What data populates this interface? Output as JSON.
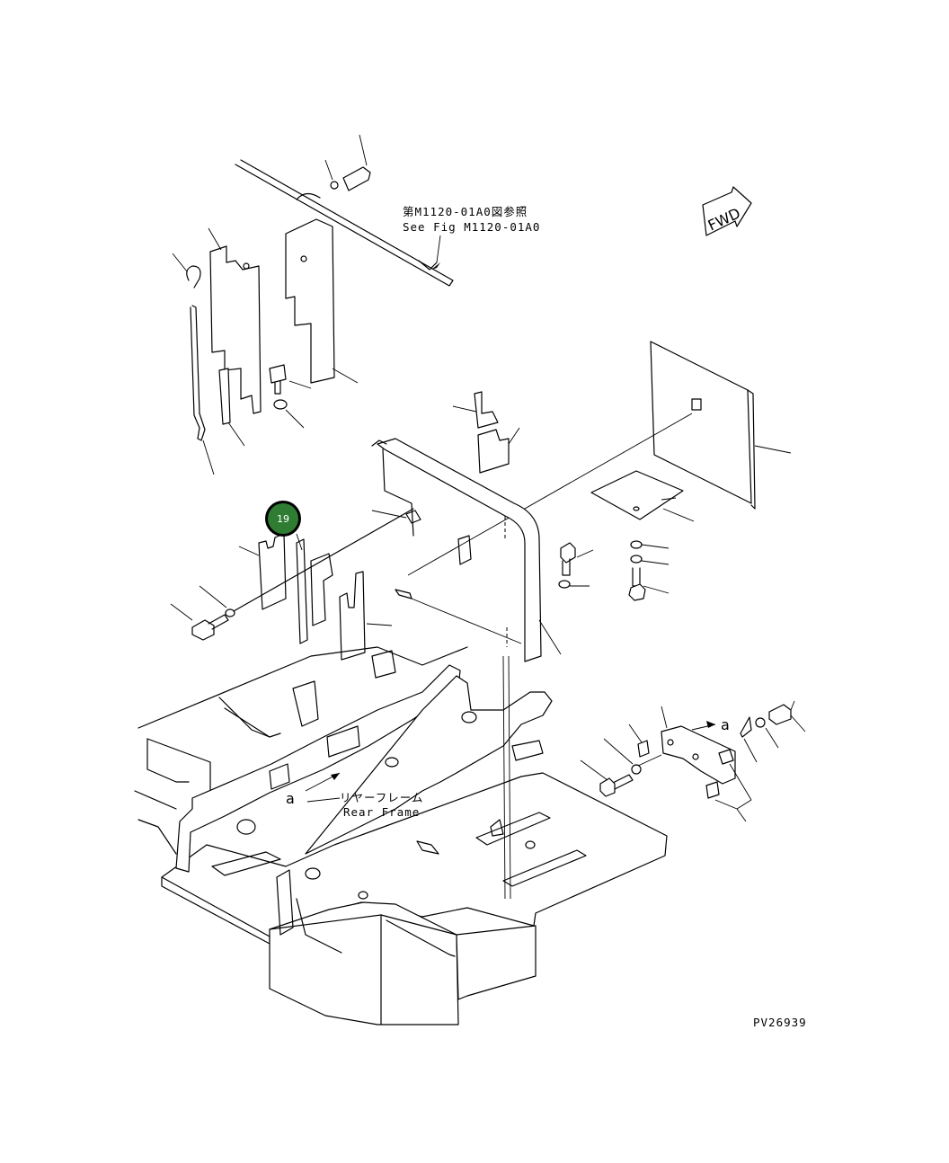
{
  "reference": {
    "line1": "第M1120-01A0図参照",
    "line2": "See Fig M1120-01A0"
  },
  "rear_frame": {
    "jp": "リヤーフレーム",
    "en": "Rear Frame"
  },
  "fwd_label": "FWD",
  "view_marker_a": "a",
  "callout": {
    "number": "19",
    "color": "#2e7d32"
  },
  "drawing_code": "PV26939"
}
